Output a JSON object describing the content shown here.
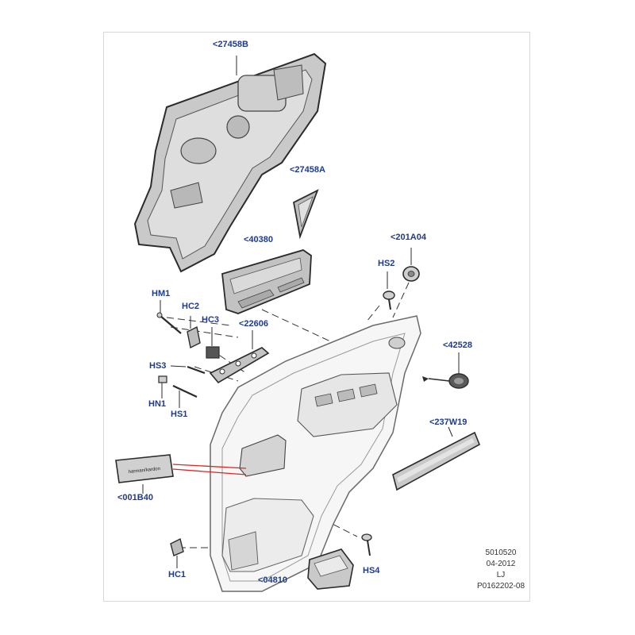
{
  "labels": {
    "l27458B": "<27458B",
    "l27458A": "<27458A",
    "l40380": "<40380",
    "l201A04": "<201A04",
    "lHS2": "HS2",
    "lHM1": "HM1",
    "lHC2": "HC2",
    "lHC3": "HC3",
    "l22606": "<22606",
    "l42528": "<42528",
    "lHS3": "HS3",
    "lHN1": "HN1",
    "lHS1": "HS1",
    "l237W19": "<237W19",
    "l001B40": "<001B40",
    "lHC1": "HC1",
    "lHS4": "HS4",
    "l04810": "<04810"
  },
  "badge_text": "harman/kardon",
  "meta": {
    "code": "5010520",
    "date": "04-2012",
    "initials": "LJ",
    "ref": "P0162202-08"
  },
  "colors": {
    "label": "#1f3b8c",
    "highlight_line": "#d62828",
    "part_fill": "#bdbdbd",
    "part_stroke": "#2b2b2b"
  }
}
